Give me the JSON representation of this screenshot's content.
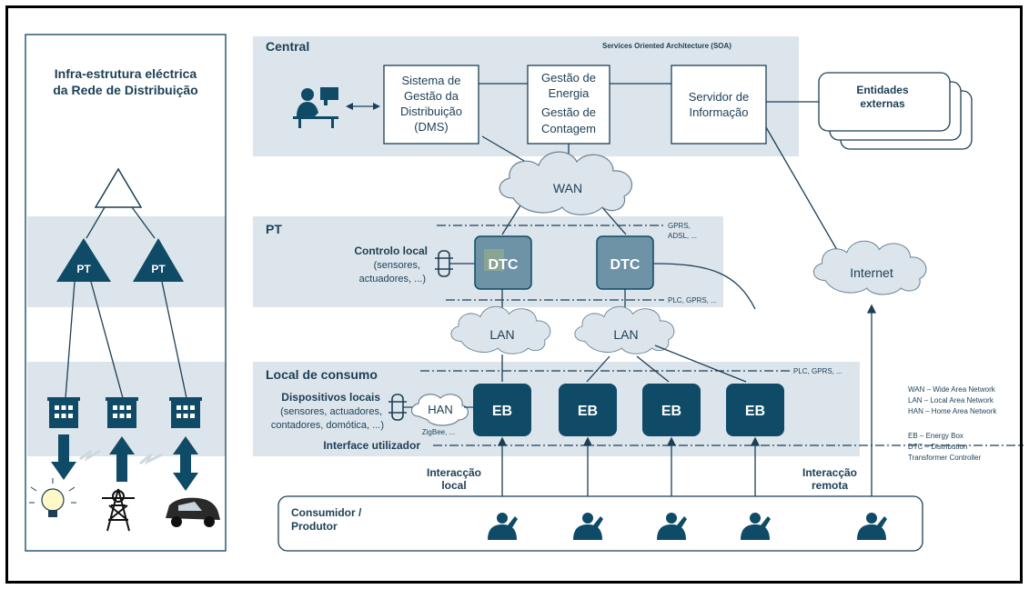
{
  "left_panel": {
    "title_line1": "Infra-estrutura eléctrica",
    "title_line2": "da Rede de Distribuição",
    "pt_label_1": "PT",
    "pt_label_2": "PT"
  },
  "central": {
    "label": "Central",
    "soa_label": "Services Oriented Architecture (SOA)",
    "dms_line1": "Sistema de",
    "dms_line2": "Gestão da",
    "dms_line3": "Distribuição",
    "dms_line4": "(DMS)",
    "energia_line1": "Gestão de",
    "energia_line2": "Energia",
    "energia_line3": "Gestão de",
    "energia_line4": "Contagem",
    "servidor_line1": "Servidor de",
    "servidor_line2": "Informação",
    "entidades_line1": "Entidades",
    "entidades_line2": "externas"
  },
  "clouds": {
    "wan": "WAN",
    "lan1": "LAN",
    "lan2": "LAN",
    "han": "HAN",
    "internet": "Internet"
  },
  "pt_band": {
    "label": "PT",
    "controlo_line1": "Controlo local",
    "controlo_line2": "(sensores,",
    "controlo_line3": "actuadores, ...)",
    "dtc1": "DTC",
    "dtc2": "DTC",
    "gprs_adsl_line1": "GPRS,",
    "gprs_adsl_line2": "ADSL, ...",
    "plc_gprs_1": "PLC, GPRS, ..."
  },
  "consumo_band": {
    "label": "Local de consumo",
    "dispositivos_line1": "Dispositivos locais",
    "dispositivos_line2": "(sensores, actuadores,",
    "dispositivos_line3": "contadores, domótica, ...)",
    "zigbee": "ZigBee, ...",
    "plc_gprs_2": "PLC, GPRS, ...",
    "interface": "Interface utilizador",
    "eb1": "EB",
    "eb2": "EB",
    "eb3": "EB",
    "eb4": "EB"
  },
  "interaccao": {
    "local_line1": "Interacção",
    "local_line2": "local",
    "remota_line1": "Interacção",
    "remota_line2": "remota"
  },
  "consumidor": {
    "line1": "Consumidor /",
    "line2": "Produtor"
  },
  "legend": {
    "wan": "WAN – Wide Area Network",
    "lan": "LAN – Local Area Network",
    "han": "HAN – Home Area Network",
    "eb": "EB – Energy Box",
    "dtc_line1": "DTC – Distribution",
    "dtc_line2": "Transformer Controller"
  },
  "colors": {
    "band": "#dde5ec",
    "dark_teal": "#0f4a66",
    "dtc_fill": "#6e93a7",
    "text": "#1c3f55"
  }
}
